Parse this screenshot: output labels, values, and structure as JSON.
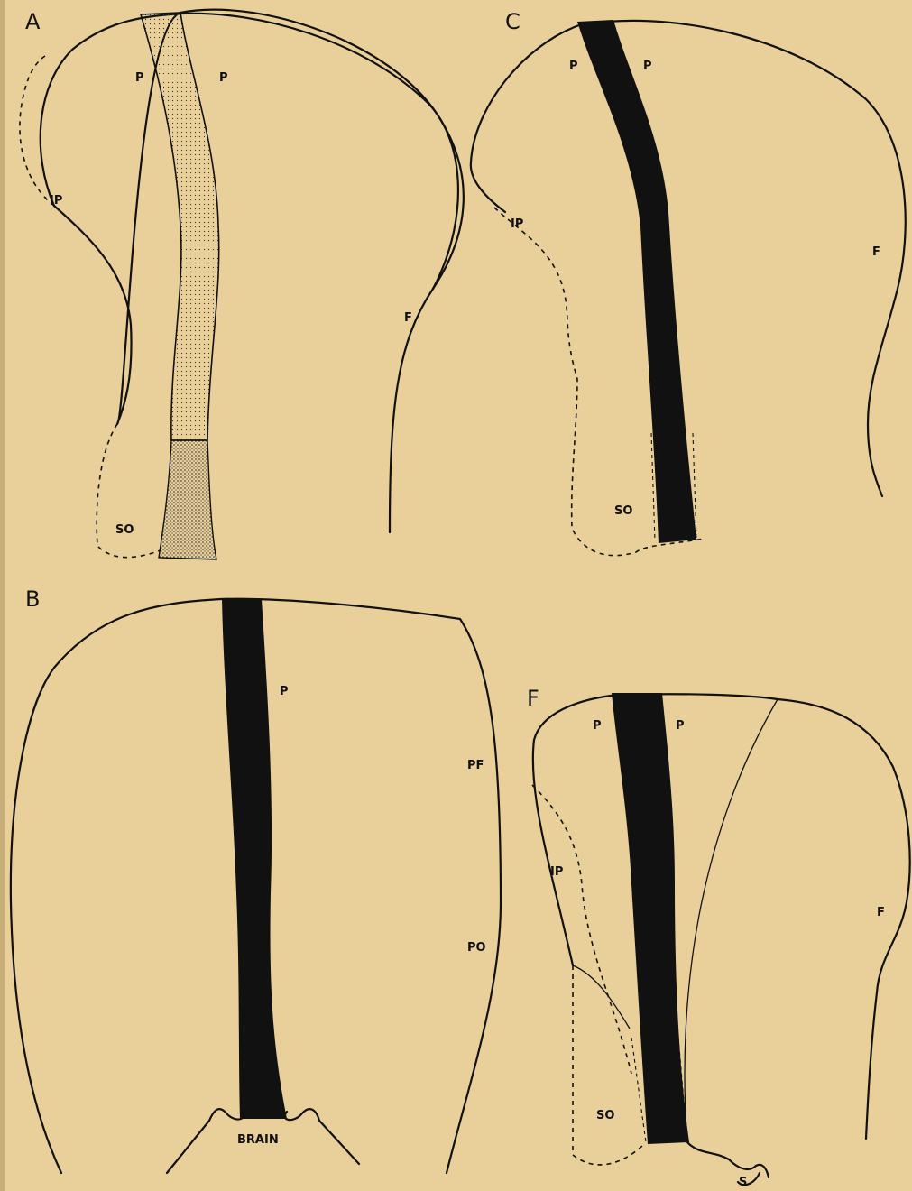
{
  "panels": {
    "a": {
      "letter": "A",
      "labels": {
        "p_left": "P",
        "p_right": "P",
        "ip": "IP",
        "so": "SO",
        "f": "F"
      }
    },
    "b": {
      "letter": "B",
      "labels": {
        "p": "P",
        "pf": "PF",
        "po": "PO",
        "brain": "BRAIN"
      }
    },
    "c": {
      "letter": "C",
      "labels": {
        "p_left": "P",
        "p_right": "P",
        "ip": "IP",
        "so": "SO",
        "f": "F"
      }
    },
    "f": {
      "letter": "F",
      "labels": {
        "p_left": "P",
        "p_right": "P",
        "ip": "IP",
        "so": "SO",
        "f": "F",
        "s": "S"
      }
    }
  },
  "colors": {
    "paper": "#e9d09a",
    "ink": "#111111"
  }
}
